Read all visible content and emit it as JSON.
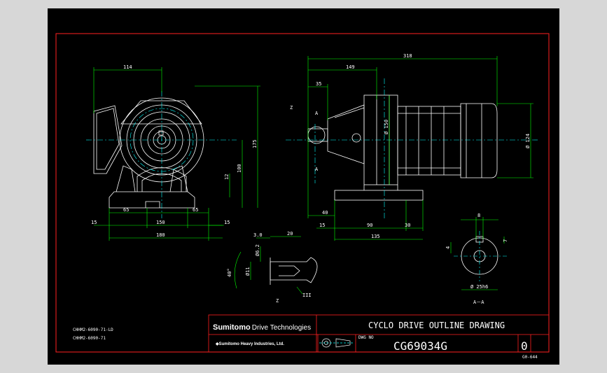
{
  "dimensions": {
    "d114": "114",
    "d175": "175",
    "d100": "100",
    "d12": "12",
    "d65a": "65",
    "d65b": "65",
    "d150": "150",
    "d15a": "15",
    "d15b": "15",
    "d180": "180",
    "d318": "318",
    "d149": "149",
    "d35": "35",
    "d40": "40",
    "d15c": "15",
    "d90": "90",
    "d30": "30",
    "d135": "135",
    "dphi150": "Ø 150",
    "dphi124": "Ø 124",
    "d8": "8",
    "d4": "4",
    "d7": "7",
    "dphi25": "Ø 25h6",
    "d30detail": "3.0",
    "d20": "20",
    "dphi62": "Ø6.2",
    "dphi11": "Ø11",
    "d40deg": "40°",
    "z1": "Z",
    "z2": "Z",
    "a1": "A",
    "a2": "A",
    "aa": "A－A",
    "iii": "III"
  },
  "notes": {
    "model1": "CHHM2-6090-71-LD",
    "model2": "CHHM2-6090-71"
  },
  "title_block": {
    "brand_main": "Sumitomo",
    "brand_sub": "Drive Technologies",
    "heavy": "◆Sumitomo Heavy Industries, Ltd.",
    "title": "CYCLO DRIVE OUTLINE DRAWING",
    "dwg_label": "DWG NO",
    "dwg_no": "CG69034G",
    "rev": "0",
    "code": "G0-644"
  },
  "colors": {
    "background": "#000000",
    "frame": "#ff0000",
    "outline": "#ffffff",
    "dimension": "#00ff00",
    "centerline": "#00ffff"
  }
}
